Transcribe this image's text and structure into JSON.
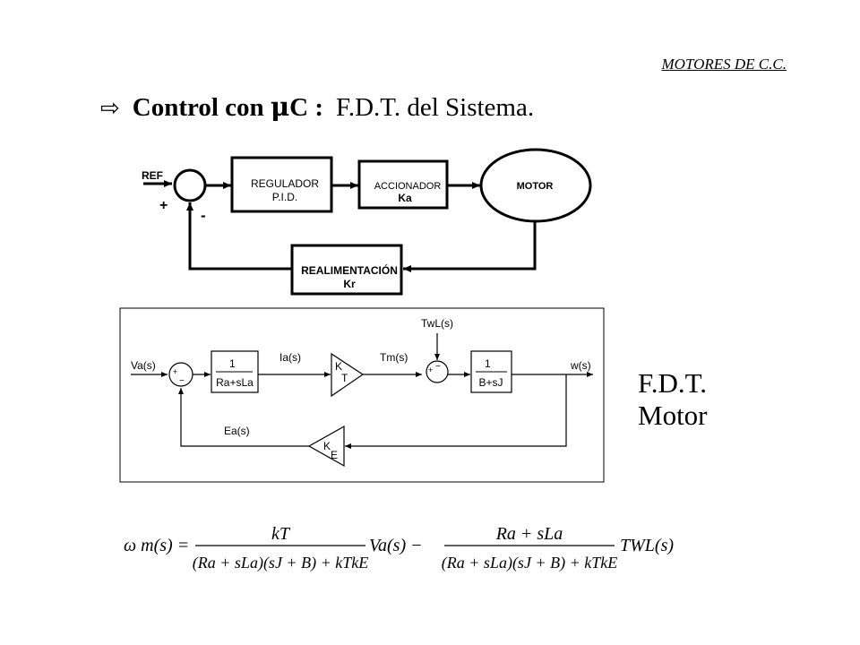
{
  "header": {
    "text": "MOTORES DE C.C."
  },
  "title": {
    "icon": "outline-right-arrow-icon",
    "bold_prefix": "Control con ",
    "mu": "μ",
    "bold_suffix": "C :",
    "normal": "F.D.T. del Sistema."
  },
  "top_diagram": {
    "ref": "REF",
    "plus": "+",
    "minus": "-",
    "regulador": [
      "REGULADOR",
      "P.I.D."
    ],
    "accionador": [
      "ACCIONADOR",
      "Ka"
    ],
    "motor": "MOTOR",
    "realimentacion": [
      "REALIMENTACIÓN",
      "Kr"
    ]
  },
  "motor_diagram": {
    "input": "Va(s)",
    "current": "Ia(s)",
    "torque": "Tm(s)",
    "load": "TwL(s)",
    "output": "w(s)",
    "back_emf": "Ea(s)",
    "block1_num": "1",
    "block1_den": "Ra+sLa",
    "block2_num": "1",
    "block2_den": "B+sJ",
    "kt_k": "K",
    "kt_sub": "T",
    "ke_k": "K",
    "ke_sub": "E",
    "sum1_plus": "+",
    "sum1_minus": "−",
    "sum2_plus": "+",
    "sum2_minus": "−"
  },
  "side_label": [
    "F.D.T.",
    "Motor"
  ],
  "formula": {
    "lhs": "ω m(s) =",
    "frac1_num": "kT",
    "frac1_den": "(Ra + sLa)(sJ + B) + kTkE",
    "term1": "Va(s) −",
    "frac2_num": "Ra + sLa",
    "frac2_den": "(Ra + sLa)(sJ + B) + kTkE",
    "term2": "TWL(s)"
  },
  "colors": {
    "ink": "#000000",
    "background": "#ffffff"
  }
}
